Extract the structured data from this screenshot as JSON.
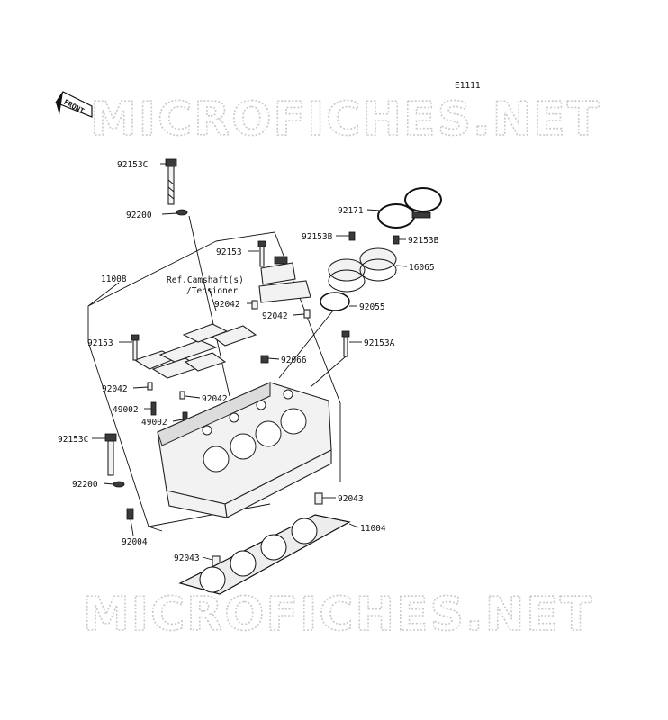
{
  "diagram_code": "E1111",
  "front_label": "FRONT",
  "watermarks": [
    "MICROFICHES.NET",
    "MICROFICHES.NET"
  ],
  "ref_note": [
    "Ref.Camshaft(s)",
    "/Tensioner"
  ],
  "parts": {
    "p92153C_top": "92153C",
    "p92200_top": "92200",
    "p11008": "11008",
    "p92153_a": "92153",
    "p92042_a": "92042",
    "p92042_b": "92042",
    "p92153_b": "92153",
    "p92042_c": "92042",
    "p92042_d": "92042",
    "p49002_a": "49002",
    "p49002_b": "49002",
    "p92153C_low": "92153C",
    "p92200_low": "92200",
    "p92004": "92004",
    "p92043_a": "92043",
    "p92043_b": "92043",
    "p11004": "11004",
    "p92171": "92171",
    "p92153B_l": "92153B",
    "p92153B_r": "92153B",
    "p16065": "16065",
    "p92055": "92055",
    "p92066": "92066",
    "p92153A": "92153A"
  }
}
